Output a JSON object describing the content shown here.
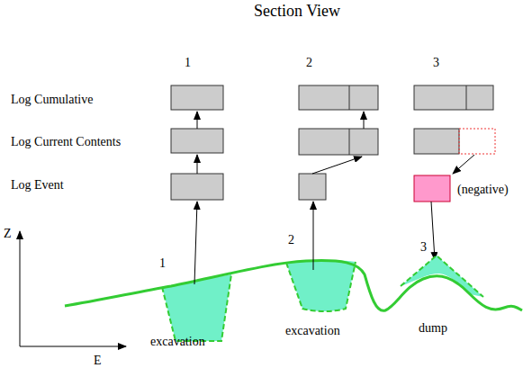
{
  "diagram": {
    "title": "Section View",
    "labels": [
      "1",
      "2",
      "3",
      "Log Cumulative",
      "Log Current Contents",
      "Log Event",
      "(negative)",
      "1",
      "2",
      "3",
      "excavation",
      "excavation",
      "dump",
      "Z",
      "E"
    ]
  }
}
